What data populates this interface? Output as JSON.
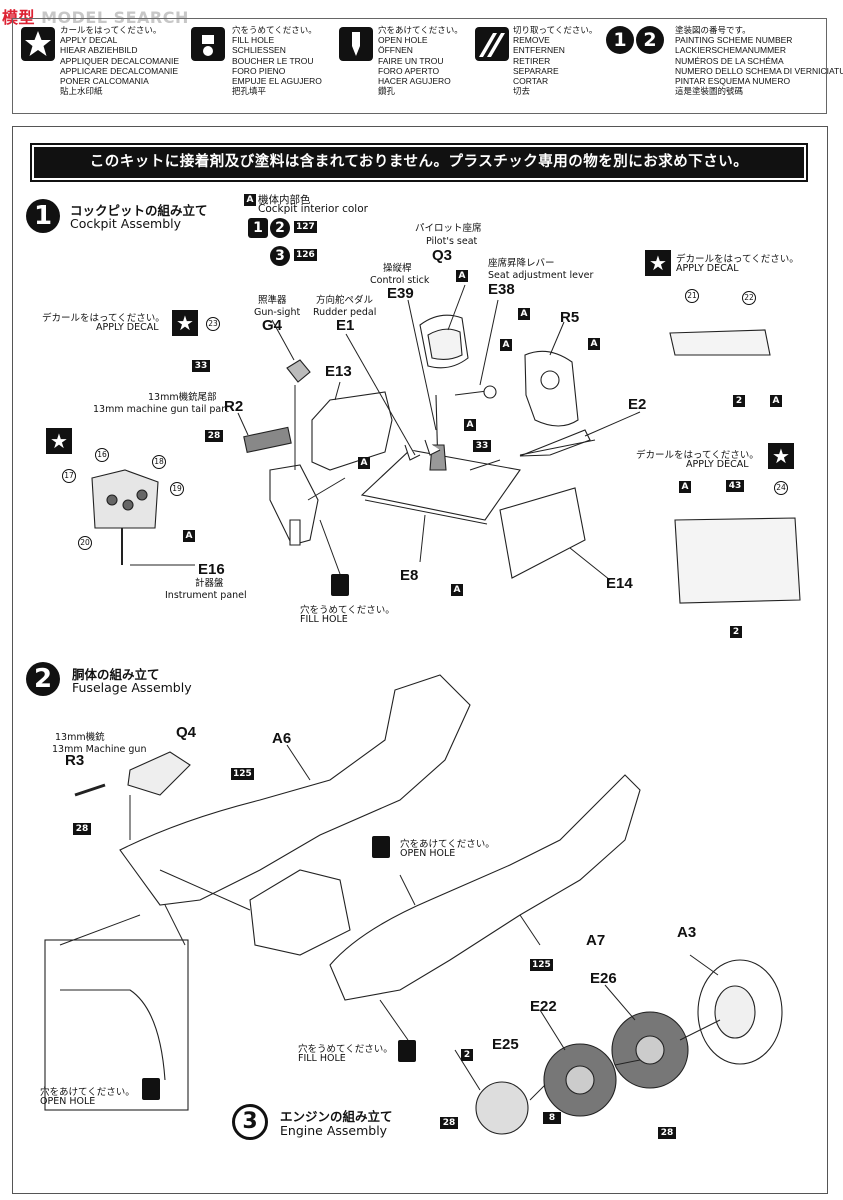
{
  "watermark": {
    "part1": "模型",
    "part2": "MODEL SEARCH"
  },
  "legend": {
    "apply_decal": "カールをはってください。\nAPPLY DECAL\nHIEAR ABZIEHBILD\nAPPLIQUER DECALCOMANIE\nAPPLICARE DECALCOMANIE\nPONER CALCOMANIA\n貼上水印紙",
    "fill_hole": "穴をうめてください。\nFILL HOLE\nSCHLIESSEN\nBOUCHER LE TROU\nFORO PIENO\nEMPUJE EL AGUJERO\n把孔填平",
    "open_hole": "穴をあけてください。\nOPEN HOLE\nÖFFNEN\nFAIRE UN TROU\nFORO APERTO\nHACER AGUJERO\n鑽孔",
    "remove": "切り取ってください。\nREMOVE\nENTFERNEN\nRETIRER\nSEPARARE\nCORTAR\n切去",
    "painting_scheme": "塗装図の番号です。\nPAINTING SCHEME NUMBER\nLACKIERSCHEMANUMMER\nNUMÉROS DE LA SCHÉMA\nNUMERO DELLO SCHEMA DI VERNICIATURA\nPINTAR ESQUEMA NUMERO\n這是塗裝圖的號碼",
    "scheme_digits": [
      "1",
      "2"
    ]
  },
  "banner": "このキットに接着剤及び塗料は含まれておりません。プラスチック専用の物を別にお求め下さい。",
  "step1": {
    "number": "1",
    "title_jp": "コックピットの組み立て",
    "title_en": "Cockpit Assembly",
    "color_key": "A",
    "color_jp": "機体内部色",
    "color_en": "Cockpit interior color",
    "schemes": [
      {
        "digits": [
          "1",
          "2"
        ],
        "code": "127"
      },
      {
        "digits": [
          "3"
        ],
        "code": "126"
      }
    ],
    "apply_decal_jp": "デカールをはってください。",
    "apply_decal_en": "APPLY DECAL",
    "fill_hole_jp": "穴をうめてください。",
    "fill_hole_en": "FILL HOLE",
    "parts": [
      {
        "id": "Q3",
        "jp": "パイロット座席",
        "en": "Pilot's seat"
      },
      {
        "id": "E39",
        "jp": "操縦桿",
        "en": "Control stick"
      },
      {
        "id": "E38",
        "jp": "座席昇降レバー",
        "en": "Seat adjustment lever"
      },
      {
        "id": "G4",
        "jp": "照準器",
        "en": "Gun-sight"
      },
      {
        "id": "E1",
        "jp": "方向舵ペダル",
        "en": "Rudder pedal"
      },
      {
        "id": "R2",
        "jp": "13mm機銃尾部",
        "en": "13mm machine gun tail part"
      },
      {
        "id": "E16",
        "jp": "計器盤",
        "en": "Instrument panel"
      },
      {
        "id": "R5",
        "jp": "",
        "en": ""
      },
      {
        "id": "E13",
        "jp": "",
        "en": ""
      },
      {
        "id": "E2",
        "jp": "",
        "en": ""
      },
      {
        "id": "E8",
        "jp": "",
        "en": ""
      },
      {
        "id": "E14",
        "jp": "",
        "en": ""
      }
    ],
    "decals": [
      "23",
      "21",
      "22",
      "16",
      "18",
      "17",
      "19",
      "20",
      "24"
    ],
    "codes": [
      "33",
      "28",
      "33",
      "43"
    ],
    "color_marks": [
      "A",
      "2"
    ]
  },
  "step2": {
    "number": "2",
    "title_jp": "胴体の組み立て",
    "title_en": "Fuselage Assembly",
    "parts": [
      {
        "id": "R3",
        "jp": "13mm機銃",
        "en": "13mm Machine gun"
      },
      {
        "id": "Q4"
      },
      {
        "id": "A6"
      },
      {
        "id": "A7"
      }
    ],
    "codes": [
      "28",
      "125",
      "125"
    ],
    "open_hole_jp": "穴をあけてください。",
    "open_hole_en": "OPEN HOLE",
    "fill_hole_jp": "穴をうめてください。",
    "fill_hole_en": "FILL HOLE"
  },
  "step3": {
    "number": "3",
    "title_jp": "エンジンの組み立て",
    "title_en": "Engine Assembly",
    "parts": [
      "A3",
      "E26",
      "E22",
      "E25"
    ],
    "codes": [
      "28",
      "8",
      "28"
    ],
    "color_mark": "2"
  }
}
